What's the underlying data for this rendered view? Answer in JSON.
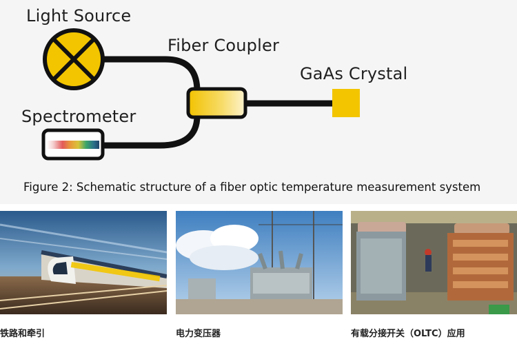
{
  "diagram": {
    "labels": {
      "light_source": "Light Source",
      "fiber_coupler": "Fiber Coupler",
      "gaas_crystal": "GaAs Crystal",
      "spectrometer": "Spectrometer"
    },
    "caption": "Figure 2: Schematic structure of a fiber optic temperature measurement system",
    "colors": {
      "accent_yellow": "#f2c500",
      "fiber_black": "#111111",
      "panel_bg": "#f5f5f5"
    }
  },
  "applications": [
    {
      "caption": "铁路和牵引",
      "image": "high-speed-train-photo"
    },
    {
      "caption": "电力变压器",
      "image": "power-transformer-photo"
    },
    {
      "caption": "有载分接开关（OLTC）应用",
      "image": "oltc-transformer-workshop-photo"
    }
  ]
}
